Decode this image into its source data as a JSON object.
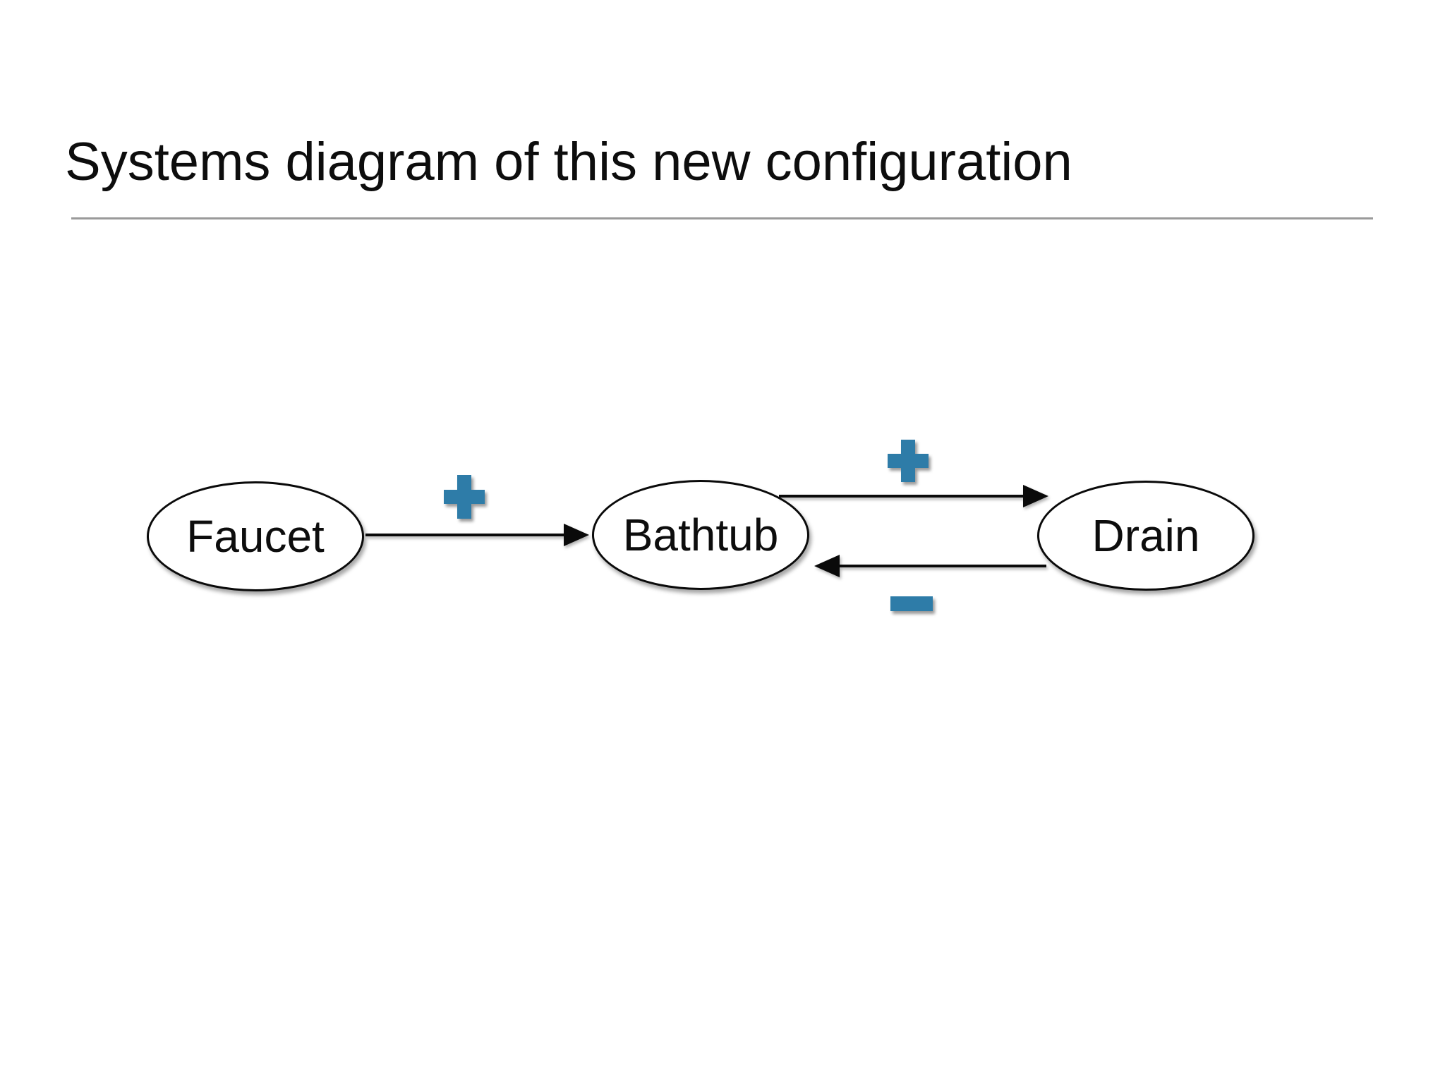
{
  "slide": {
    "title": "Systems diagram of this new configuration"
  },
  "colors": {
    "accent_blue": "#2E7CA8",
    "divider_gray": "#9A9A9A",
    "node_fill": "#FFFFFF",
    "line_black": "#0A0A0A"
  },
  "diagram": {
    "nodes": [
      {
        "id": "faucet",
        "label": "Faucet"
      },
      {
        "id": "bathtub",
        "label": "Bathtub"
      },
      {
        "id": "drain",
        "label": "Drain"
      }
    ],
    "edges": [
      {
        "from": "Faucet",
        "to": "Bathtub",
        "polarity": "+"
      },
      {
        "from": "Bathtub",
        "to": "Drain",
        "polarity": "+"
      },
      {
        "from": "Drain",
        "to": "Bathtub",
        "polarity": "−"
      }
    ]
  }
}
